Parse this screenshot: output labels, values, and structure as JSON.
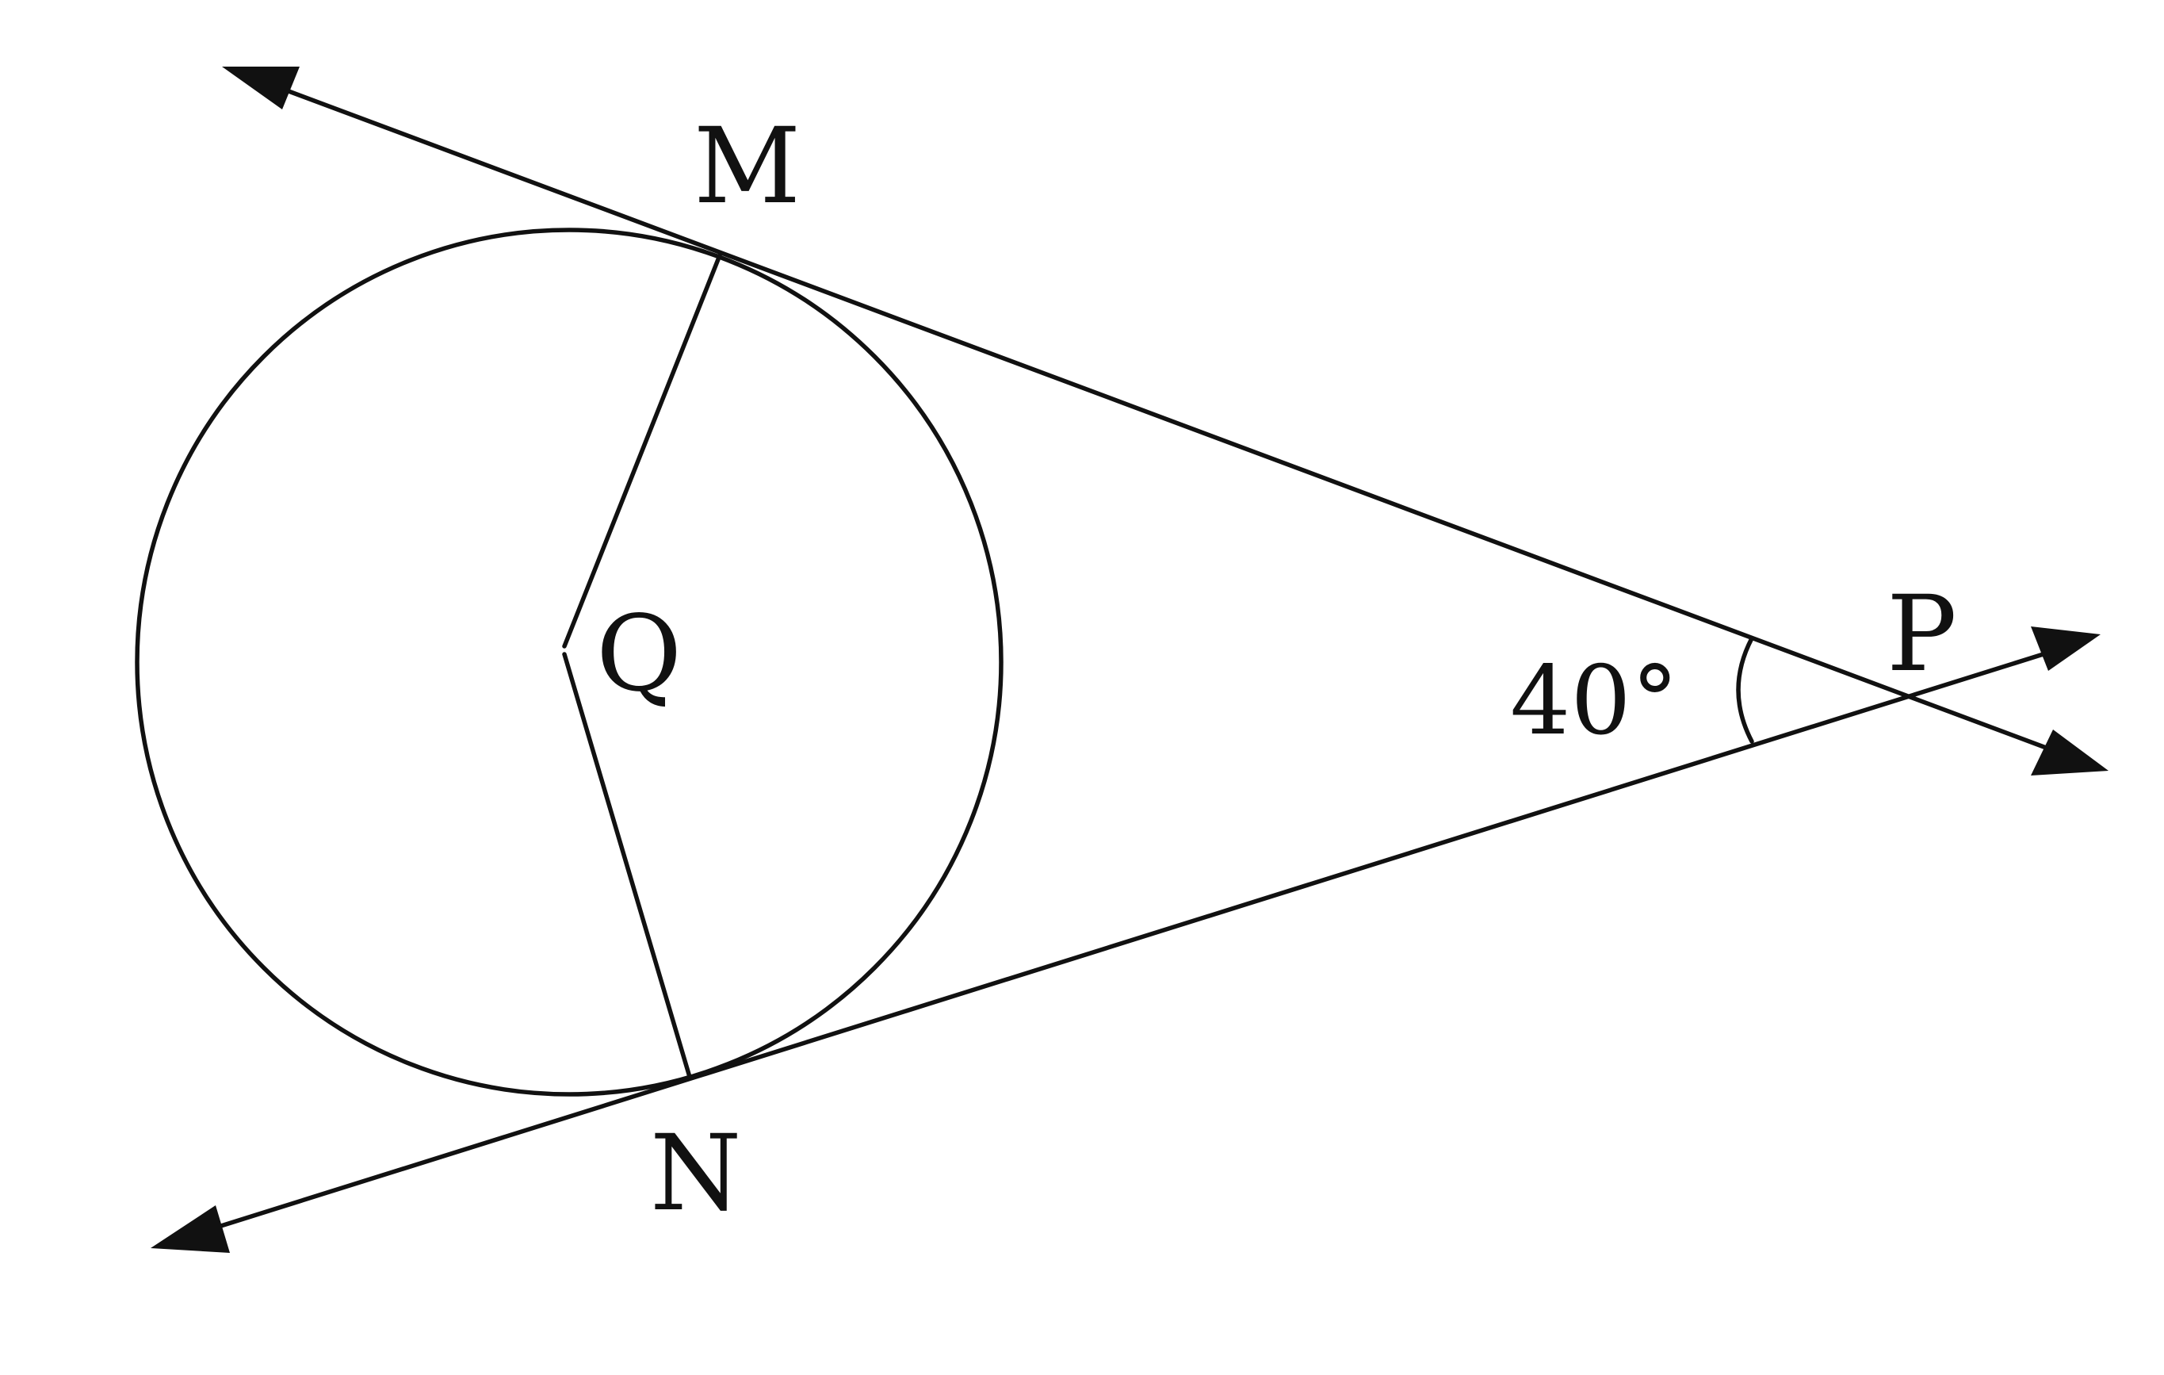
{
  "points": {
    "M": "M",
    "N": "N",
    "P": "P",
    "Q": "Q"
  },
  "angle_at_P": "40°",
  "colors": {
    "ink": "#111111",
    "background": "#ffffff"
  }
}
